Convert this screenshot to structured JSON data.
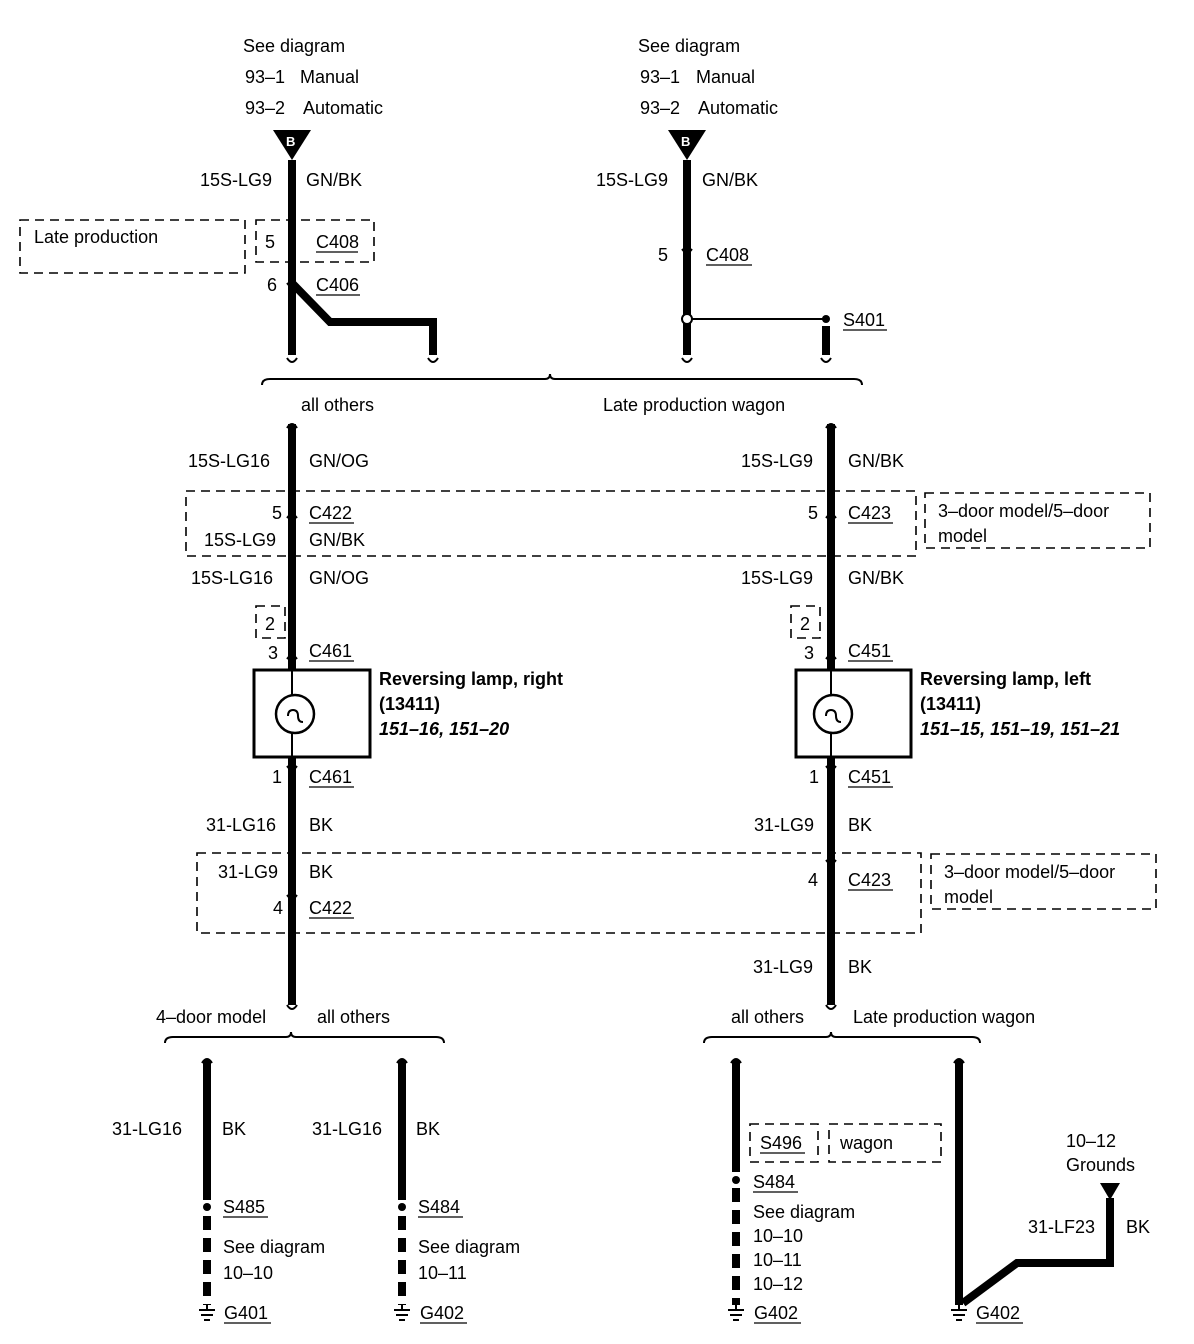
{
  "top_left": {
    "see": "See diagram",
    "ref1": "93–1",
    "ref1_label": "Manual",
    "ref2": "93–2",
    "ref2_label": "Automatic",
    "connector": "B",
    "circuit": "15S-LG9",
    "color": "GN/BK",
    "note": "Late production",
    "pin_a": "5",
    "conn_a": "C408",
    "pin_b": "6",
    "conn_b": "C406"
  },
  "top_right": {
    "see": "See diagram",
    "ref1": "93–1",
    "ref1_label": "Manual",
    "ref2": "93–2",
    "ref2_label": "Automatic",
    "connector": "B",
    "circuit": "15S-LG9",
    "color": "GN/BK",
    "pin_a": "5",
    "conn_a": "C408",
    "splice": "S401"
  },
  "branch_top": {
    "left": "all others",
    "right": "Late production wagon"
  },
  "left_lamp": {
    "circuit1": "15S-LG16",
    "color1": "GN/OG",
    "pin1": "5",
    "conn1": "C422",
    "circuit2": "15S-LG9",
    "color2": "GN/BK",
    "circuit3": "15S-LG16",
    "color3": "GN/OG",
    "box": "2",
    "pin2": "3",
    "conn2": "C461",
    "name": "Reversing lamp, right",
    "part": "(13411)",
    "refs": "151–16, 151–20",
    "pin3": "1",
    "conn3": "C461",
    "circuit4": "31-LG16",
    "color4": "BK",
    "circuit5": "31-LG9",
    "color5": "BK",
    "pin4": "4",
    "conn4": "C422"
  },
  "right_lamp": {
    "circuit1": "15S-LG9",
    "color1": "GN/BK",
    "pin1": "5",
    "conn1": "C423",
    "note1": "3–door model/5–door",
    "note1b": "model",
    "circuit3": "15S-LG9",
    "color3": "GN/BK",
    "box": "2",
    "pin2": "3",
    "conn2": "C451",
    "name": "Reversing lamp, left",
    "part": "(13411)",
    "refs": "151–15, 151–19, 151–21",
    "pin3": "1",
    "conn3": "C451",
    "circuit4": "31-LG9",
    "color4": "BK",
    "pin4": "4",
    "conn4": "C423",
    "note2": "3–door model/5–door",
    "note2b": "model",
    "circuit5": "31-LG9",
    "color5": "BK"
  },
  "branch_bottom_left": {
    "left": "4–door model",
    "right": "all others"
  },
  "branch_bottom_right": {
    "left": "all others",
    "right": "Late production wagon"
  },
  "g1": {
    "circuit": "31-LG16",
    "color": "BK",
    "splice": "S485",
    "see": "See diagram",
    "ref": "10–10",
    "ground": "G401"
  },
  "g2": {
    "circuit": "31-LG16",
    "color": "BK",
    "splice": "S484",
    "see": "See diagram",
    "ref": "10–11",
    "ground": "G402"
  },
  "g3": {
    "splice_box": "S496",
    "box_label": "wagon",
    "splice": "S484",
    "see": "See diagram",
    "ref1": "10–10",
    "ref2": "10–11",
    "ref3": "10–12",
    "ground": "G402"
  },
  "g4": {
    "ref": "10–12",
    "ref_label": "Grounds",
    "circuit": "31-LF23",
    "color": "BK",
    "ground": "G402"
  }
}
